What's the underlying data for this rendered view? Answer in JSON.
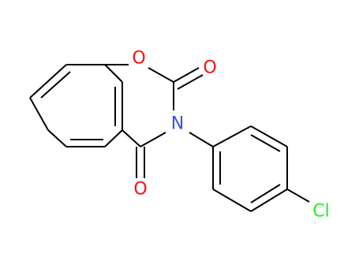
{
  "molecule": {
    "atoms": {
      "O1": {
        "text": "O",
        "color": "#ff0d0d"
      },
      "O2": {
        "text": "O",
        "color": "#ff0d0d"
      },
      "O3": {
        "text": "O",
        "color": "#ff0d0d"
      },
      "N": {
        "text": "N",
        "color": "#3050f8"
      },
      "Cl": {
        "text": "Cl",
        "color": "#1ff01f"
      }
    },
    "bond_color": "#000000"
  }
}
